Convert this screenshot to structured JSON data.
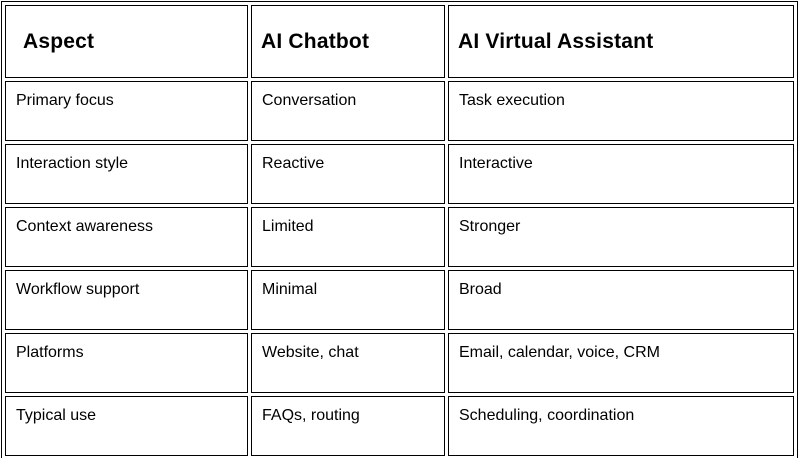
{
  "table": {
    "headers": [
      "Aspect",
      "AI Chatbot",
      "AI Virtual Assistant"
    ],
    "rows": [
      [
        "Primary focus",
        "Conversation",
        "Task execution"
      ],
      [
        "Interaction style",
        "Reactive",
        "Interactive"
      ],
      [
        "Context awareness",
        "Limited",
        "Stronger"
      ],
      [
        "Workflow support",
        "Minimal",
        "Broad"
      ],
      [
        "Platforms",
        "Website, chat",
        "Email, calendar, voice, CRM"
      ],
      [
        "Typical use",
        "FAQs, routing",
        "Scheduling, coordination"
      ]
    ]
  },
  "colors": {
    "border": "#000000",
    "text": "#000000",
    "background": "#ffffff"
  }
}
